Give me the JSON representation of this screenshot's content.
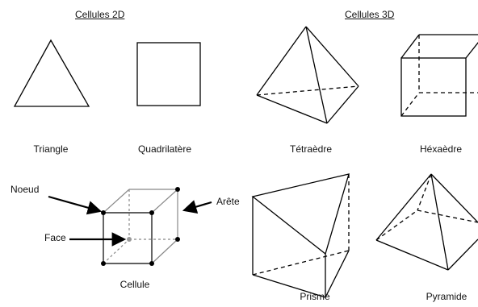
{
  "headers": {
    "cells_2d": "Cellules 2D",
    "cells_3d": "Cellules 3D"
  },
  "shapes": {
    "triangle": "Triangle",
    "quadrilateral": "Quadrilatère",
    "tetrahedron": "Tétraèdre",
    "hexahedron": "Héxaèdre",
    "prism": "Prisme",
    "pyramid": "Pyramide"
  },
  "cell_diagram": {
    "node": "Noeud",
    "edge": "Arête",
    "face": "Face",
    "cell": "Cellule"
  }
}
